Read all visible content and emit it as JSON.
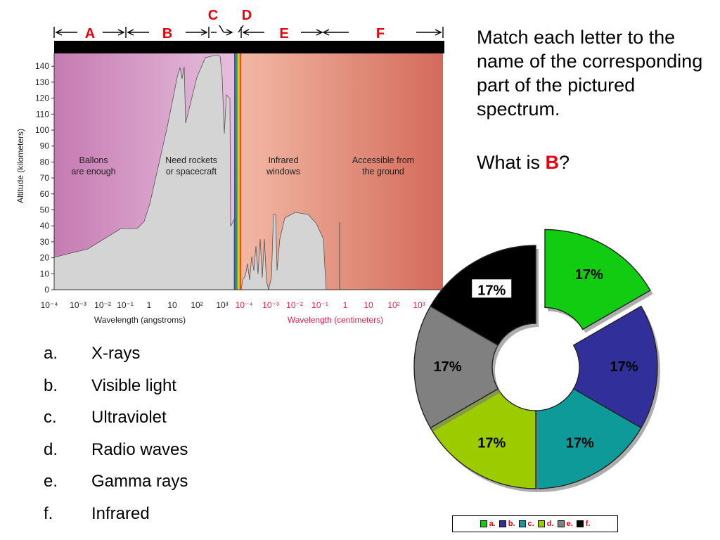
{
  "figure": {
    "region_labels": [
      "A",
      "B",
      "C",
      "D",
      "E",
      "F"
    ],
    "y_axis_label": "Altitude (kilometers)",
    "y_ticks": [
      "0",
      "10",
      "20",
      "30",
      "40",
      "50",
      "60",
      "70",
      "80",
      "90",
      "100",
      "110",
      "120",
      "130",
      "140"
    ],
    "x_ticks_angstrom": [
      "10⁻⁴",
      "10⁻³",
      "10⁻²",
      "10⁻¹",
      "1",
      "10",
      "10²",
      "10³"
    ],
    "x_ticks_cm": [
      "10⁻⁴",
      "10⁻³",
      "10⁻²",
      "10⁻¹",
      "1",
      "10",
      "10²",
      "10³"
    ],
    "x_label_angstrom": "Wavelength (angstroms)",
    "x_label_cm": "Wavelength (centimeters)",
    "annotation_balloons_1": "Ballons",
    "annotation_balloons_2": "are enough",
    "annotation_rockets_1": "Need rockets",
    "annotation_rockets_2": "or spacecraft",
    "annotation_infrared_1": "Infrared",
    "annotation_infrared_2": "windows",
    "annotation_ground_1": "Accessible from",
    "annotation_ground_2": "the ground",
    "colors": {
      "region_left": "#c67bb2",
      "region_left_light": "#e6bfdc",
      "region_right": "#f0b49e",
      "region_right_dark": "#d46a5a",
      "altitude_fill": "#d4d4d4",
      "label_red": "#e8000b",
      "pink_axis_text": "#e0204a"
    }
  },
  "question": {
    "prompt": "Match each letter to the name of the corresponding part of the pictured spectrum.",
    "what_is_prefix": "What is ",
    "what_is_letter": "B",
    "what_is_suffix": "?"
  },
  "options": [
    {
      "letter": "a.",
      "text": "X-rays"
    },
    {
      "letter": "b.",
      "text": "Visible light"
    },
    {
      "letter": "c.",
      "text": "Ultraviolet"
    },
    {
      "letter": "d.",
      "text": "Radio waves"
    },
    {
      "letter": "e.",
      "text": "Gamma rays"
    },
    {
      "letter": "f.",
      "text": "Infrared"
    }
  ],
  "chart_data": {
    "type": "pie",
    "categories": [
      "a.",
      "b.",
      "c.",
      "d.",
      "e.",
      "f."
    ],
    "values": [
      17,
      17,
      17,
      17,
      17,
      17
    ],
    "value_labels": [
      "17%",
      "17%",
      "17%",
      "17%",
      "17%",
      "17%"
    ],
    "colors": [
      "#11cc11",
      "#31309a",
      "#0f9a9a",
      "#9ccc00",
      "#808080",
      "#000000"
    ],
    "label_colors": [
      "#000000",
      "#000000",
      "#000000",
      "#000000",
      "#000000",
      "#000000"
    ],
    "exploded": "a.",
    "donut": true,
    "legend_position": "bottom"
  }
}
